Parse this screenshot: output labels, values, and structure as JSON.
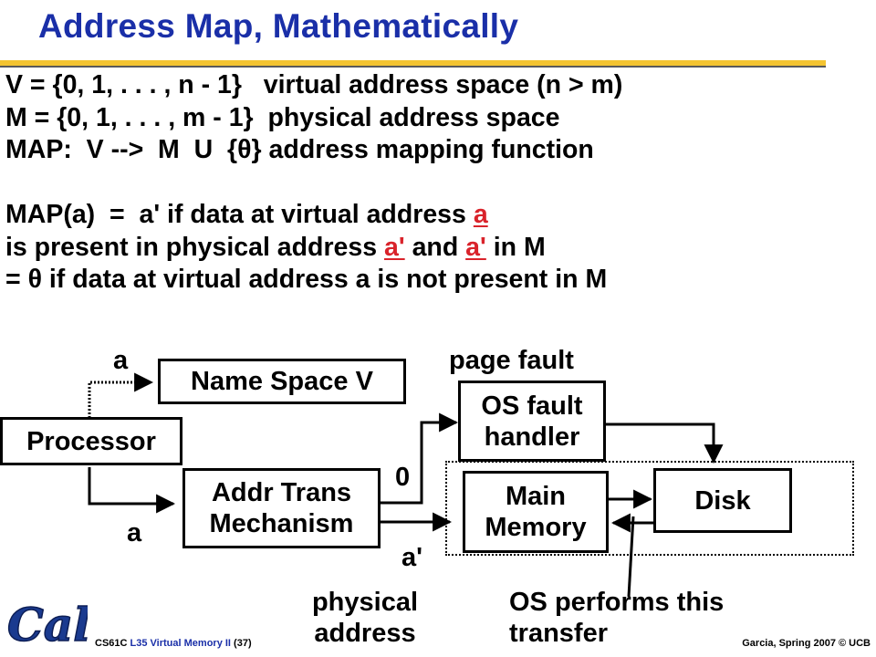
{
  "slide": {
    "title": "Address Map, Mathematically",
    "lines": [
      "V = {0, 1, . . . , n - 1}   virtual address space (n > m)",
      "M = {0, 1, . . . , m - 1}  physical address space",
      "MAP:  V -->  M  U  {",
      "} address mapping function",
      "",
      "MAP(a)  =  a' if data at virtual address ",
      "a",
      "is present in physical address ",
      "a'",
      " and ",
      "a'",
      " in M",
      "= ",
      " if data at virtual address a is not present in M"
    ],
    "theta": "θ"
  },
  "diagram": {
    "labels": {
      "a_top": "a",
      "name_space": "Name Space V",
      "page_fault": "page fault",
      "os_fault_handler": "OS fault handler",
      "processor": "Processor",
      "zero": "0",
      "addr_trans": "Addr Trans Mechanism",
      "main_memory": "Main Memory",
      "disk": "Disk",
      "a_bottom": "a",
      "a_prime": "a'",
      "physical_address": "physical address",
      "os_performs": "OS performs this transfer"
    }
  },
  "footer": {
    "course": "CS61C",
    "lecture": "L35 Virtual Memory II",
    "slide_no": "(37)",
    "credit": "Garcia, Spring 2007 © UCB",
    "logo_text": "Cal"
  },
  "colors": {
    "title": "#1a2fa8",
    "rule_gold": "#f4c431",
    "underline_red": "#d9232b",
    "logo_blue": "#1a3a8f"
  }
}
